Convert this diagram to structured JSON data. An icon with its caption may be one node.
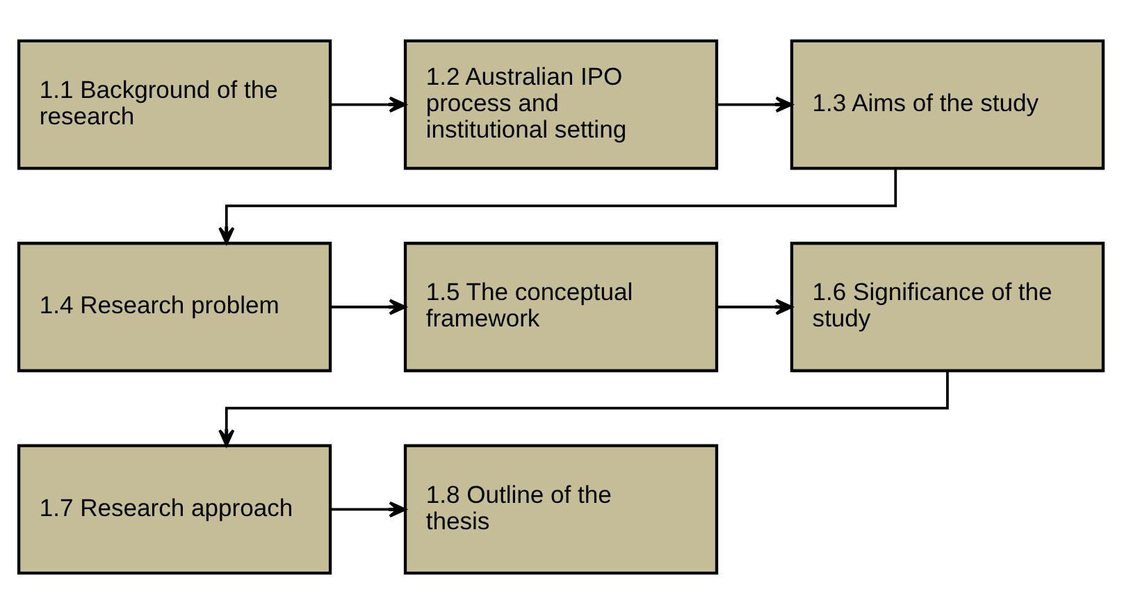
{
  "diagram": {
    "nodes": [
      {
        "text": [
          "1.1 Background of the research"
        ]
      },
      {
        "text": [
          "1.2 Australian IPO process and institutional setting"
        ]
      },
      {
        "text": [
          "1.3 Aims of the study"
        ]
      },
      {
        "text": [
          "1.4 Research problem"
        ]
      },
      {
        "text": [
          "1.5 The conceptual framework"
        ]
      },
      {
        "text": [
          "1.6 Significance of the study"
        ]
      },
      {
        "text": [
          "1.7 Research approach"
        ]
      },
      {
        "text": [
          "1.8 Outline of the thesis"
        ]
      }
    ],
    "edges": [
      {
        "from": 0,
        "to": 1,
        "arrow": "to"
      },
      {
        "from": 1,
        "to": 2,
        "arrow": "to"
      },
      {
        "from": 2,
        "to": 3,
        "arrow": "to"
      },
      {
        "from": 3,
        "to": 4,
        "arrow": "to"
      },
      {
        "from": 4,
        "to": 5,
        "arrow": "to"
      },
      {
        "from": 5,
        "to": 6,
        "arrow": "to"
      },
      {
        "from": 6,
        "to": 7,
        "arrow": "to"
      }
    ]
  }
}
